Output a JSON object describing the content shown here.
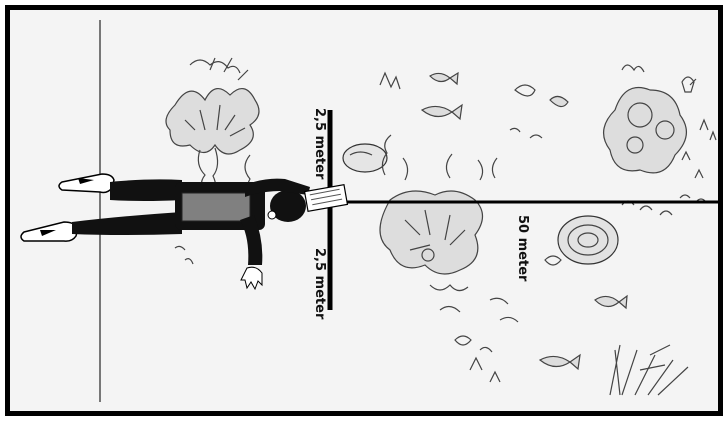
{
  "labels": {
    "upper_half_width": "2,5 meter",
    "lower_half_width": "2,5 meter",
    "transect_length": "50 meter"
  },
  "colors": {
    "frame": "#000000",
    "background": "#f4f4f4",
    "wetsuit": "#111111",
    "tank": "#808080",
    "transect_line": "#000000",
    "reference_line": "#777777"
  },
  "icons": [
    "diver-icon",
    "slate-icon",
    "fish-icon",
    "coral-icon",
    "seaweed-icon",
    "rock-icon",
    "sea-anemone-icon"
  ]
}
